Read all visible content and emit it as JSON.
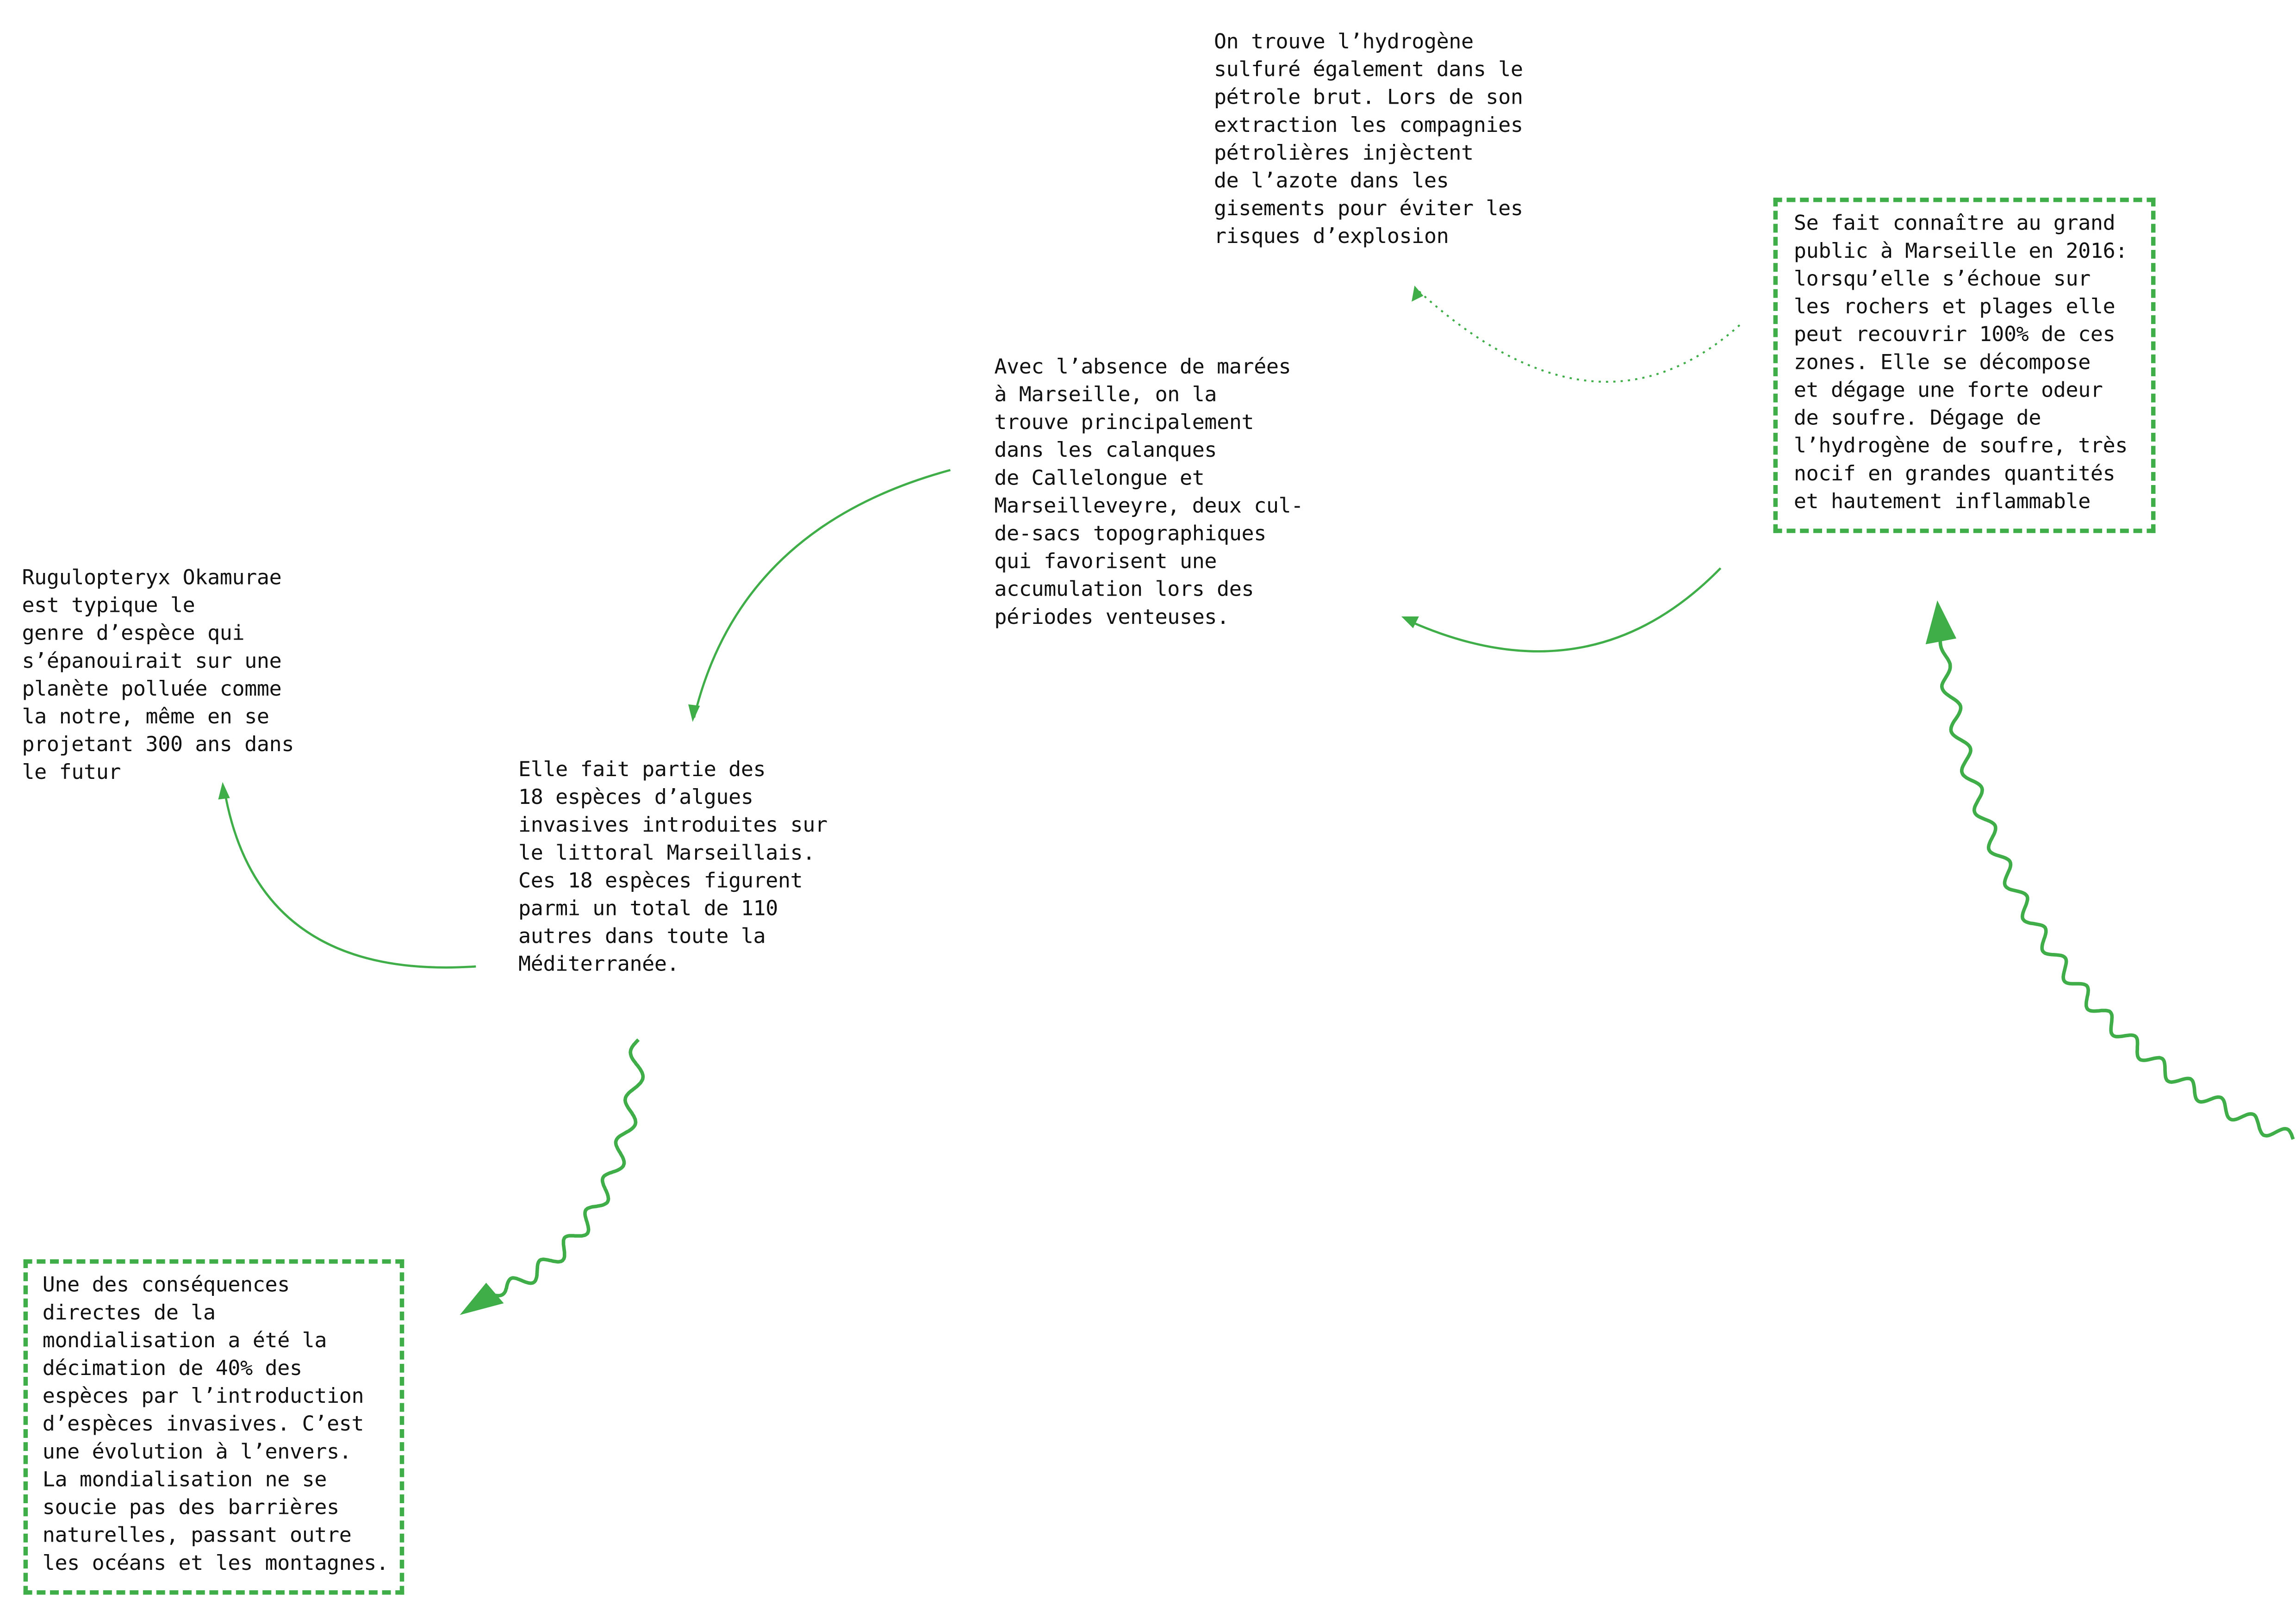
{
  "colors": {
    "accent": "#3fae49",
    "text": "#111111"
  },
  "notes": {
    "hydrogen_sulfide_oil": "On trouve l’hydrogène\nsulfuré également dans le\npétrole brut. Lors de son\nextraction les compagnies\npétrolières injèctent\nde l’azote dans les\ngisements pour éviter les\nrisques d’explosion",
    "marseille_2016": "Se fait connaître au grand\npublic à Marseille en 2016:\nlorsqu’elle s’échoue sur\nles rochers et plages elle\npeut recouvrir 100% de ces\nzones. Elle se décompose\net dégage une forte odeur\nde soufre. Dégage de\nl’hydrogène de soufre, très\nnocif en grandes quantités\net hautement inflammable",
    "tides": "Avec l’absence de marées\nà Marseille, on la\ntrouve principalement\ndans les calanques\nde Callelongue et\nMarseilleveyre, deux cul-\nde-sacs topographiques\nqui favorisent une\naccumulation lors des\npériodes venteuses.",
    "rugulopteryx": "Rugulopteryx Okamurae\nest typique le\ngenre d’espèce qui\ns’épanouirait sur une\nplanète polluée comme\nla notre, même en se\nprojetant 300 ans dans\nle futur",
    "invasive_species": "Elle fait partie des\n18 espèces d’algues\ninvasives introduites sur\nle littoral Marseillais.\nCes 18 espèces figurent\nparmi un total de 110\nautres dans toute la\nMéditerranée.",
    "globalization": "Une des conséquences\ndirectes de la\nmondialisation a été la\ndécimation de 40% des\nespèces par l’introduction\nd’espèces invasives. C’est\nune évolution à l’envers.\nLa mondialisation ne se\nsoucie pas des barrières\nnaturelles, passant outre\nles océans et les montagnes."
  }
}
